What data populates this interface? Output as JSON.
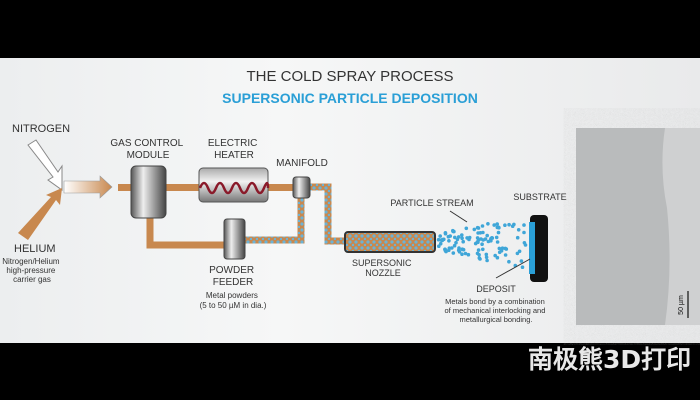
{
  "title": "THE COLD SPRAY PROCESS",
  "subtitle": "SUPERSONIC PARTICLE DEPOSITION",
  "labels": {
    "nitrogen": "NITROGEN",
    "helium": "HELIUM",
    "helium_note": [
      "Nitrogen/Helium",
      "high-pressure",
      "carrier gas"
    ],
    "gas_control": [
      "GAS CONTROL",
      "MODULE"
    ],
    "heater": [
      "ELECTRIC",
      "HEATER"
    ],
    "manifold": "MANIFOLD",
    "powder_feeder": [
      "POWDER",
      "FEEDER"
    ],
    "powder_note": [
      "Metal powders",
      "(5 to 50 µM in dia.)"
    ],
    "nozzle": [
      "SUPERSONIC",
      "NOZZLE"
    ],
    "particle_stream": "PARTICLE STREAM",
    "substrate": "SUBSTRATE",
    "deposit": "DEPOSIT",
    "deposit_note": [
      "Metals bond by a combination",
      "of mechanical interlocking and",
      "metallurgical bonding."
    ],
    "scale_bar": "50 µm"
  },
  "watermark": "南极熊3D打印",
  "colors": {
    "pipe": "#c8884e",
    "accent_blue": "#2a9fd6",
    "heater_coil": "#8a1a2a"
  }
}
